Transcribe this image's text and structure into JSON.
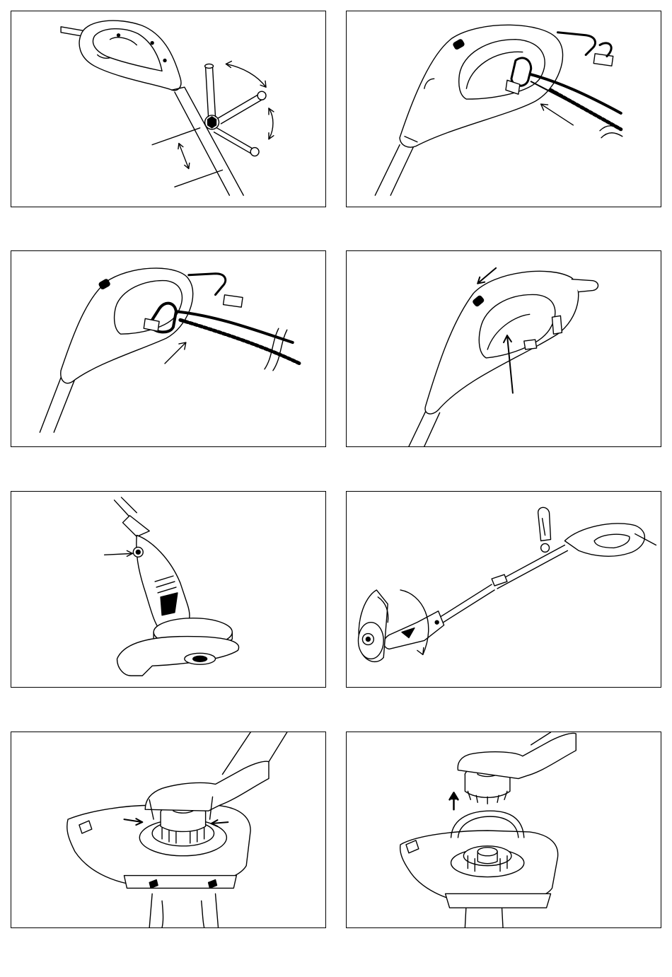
{
  "page": {
    "panels": [
      {
        "id": "p1",
        "depicts": "handle-height-adjust"
      },
      {
        "id": "p2",
        "depicts": "cord-loop-insert"
      },
      {
        "id": "p3",
        "depicts": "cord-hook-secure"
      },
      {
        "id": "p4",
        "depicts": "switch-lock-press"
      },
      {
        "id": "p5",
        "depicts": "head-release-button"
      },
      {
        "id": "p6",
        "depicts": "head-rotate-edging"
      },
      {
        "id": "p7",
        "depicts": "spool-tabs-squeeze"
      },
      {
        "id": "p8",
        "depicts": "spool-lift-out"
      }
    ]
  },
  "colors": {
    "ink": "#000000",
    "paper": "#ffffff",
    "shade": "#d9d9d9"
  }
}
